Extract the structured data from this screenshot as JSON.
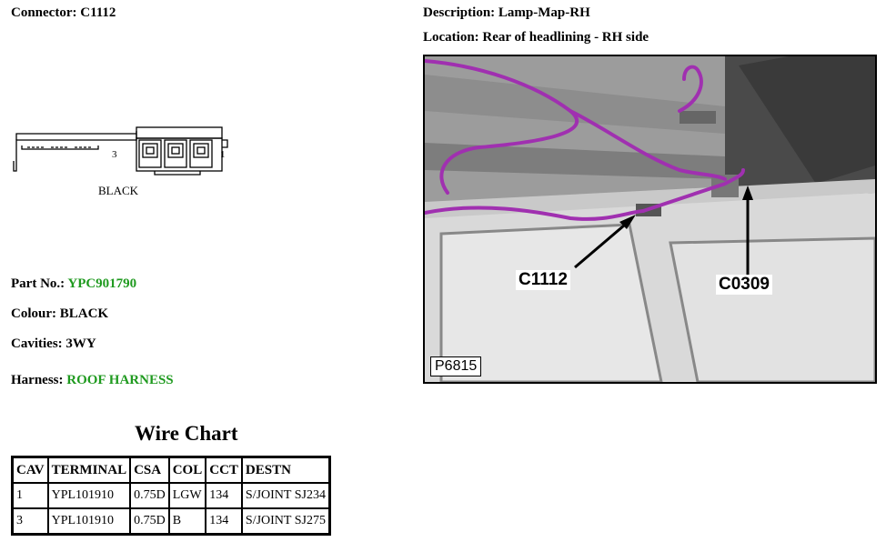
{
  "header": {
    "connector": "Connector: C1112",
    "description": "Description: Lamp-Map-RH",
    "location": "Location: Rear of headlining - RH side"
  },
  "connector_drawing": {
    "pin_left": "3",
    "pin_right": "1",
    "colour_label": "BLACK"
  },
  "details": {
    "part_label": "Part No.:",
    "part_value": "YPC901790",
    "colour": "Colour: BLACK",
    "cavities": "Cavities: 3WY",
    "harness_label": "Harness:",
    "harness_value": "ROOF HARNESS"
  },
  "photo": {
    "callout_1": "C1112",
    "callout_2": "C0309",
    "figure_ref": "P6815"
  },
  "wire_chart": {
    "title": "Wire Chart",
    "headers": [
      "CAV",
      "TERMINAL",
      "CSA",
      "COL",
      "CCT",
      "DESTN"
    ],
    "rows": [
      [
        "1",
        "YPL101910",
        "0.75D",
        "LGW",
        "134",
        "S/JOINT SJ234"
      ],
      [
        "3",
        "YPL101910",
        "0.75D",
        "B",
        "134",
        "S/JOINT SJ275"
      ]
    ]
  },
  "colors": {
    "link_green": "#1f9a1f",
    "harness_purple": "#a030b0"
  }
}
